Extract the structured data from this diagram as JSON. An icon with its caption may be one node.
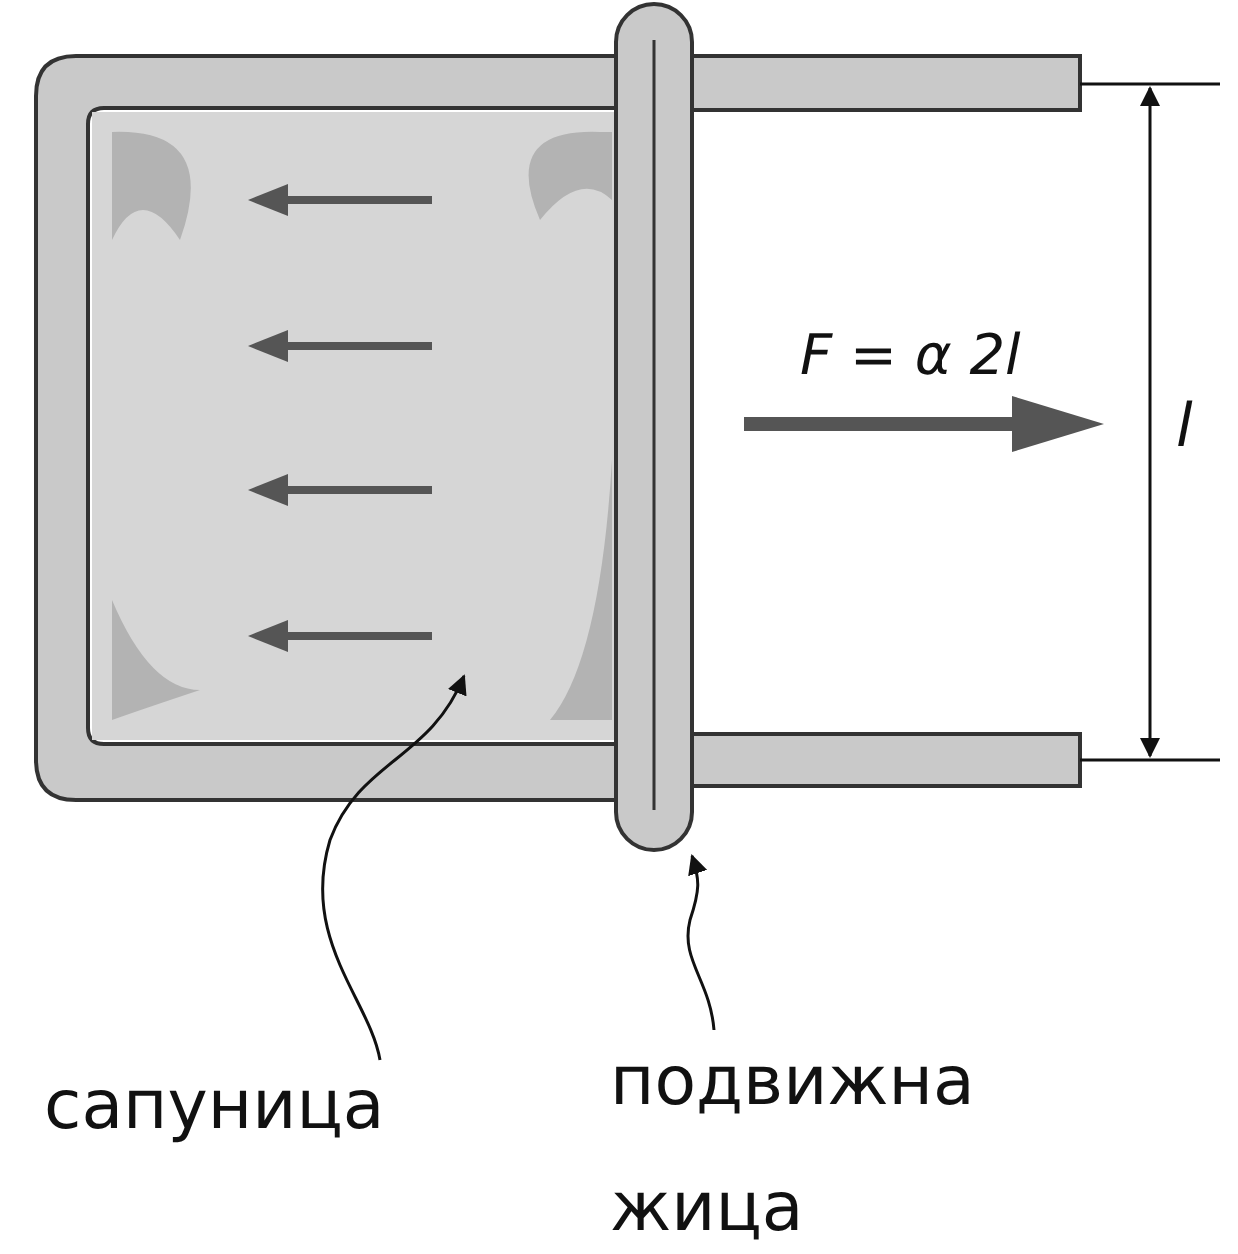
{
  "diagram": {
    "nodes": [
      {
        "text": [
          "сапуница"
        ]
      },
      {
        "text": [],
        "shape": "box"
      },
      {
        "text": [
          "подвижна жица"
        ]
      },
      {
        "text": [],
        "shape": "bar"
      }
    ],
    "edges": [
      {
        "from": 0,
        "to": 1,
        "arrow": "to"
      },
      {
        "from": 2,
        "to": 3,
        "arrow": "to"
      }
    ],
    "labels": [
      "F = α 2l",
      "l"
    ]
  }
}
